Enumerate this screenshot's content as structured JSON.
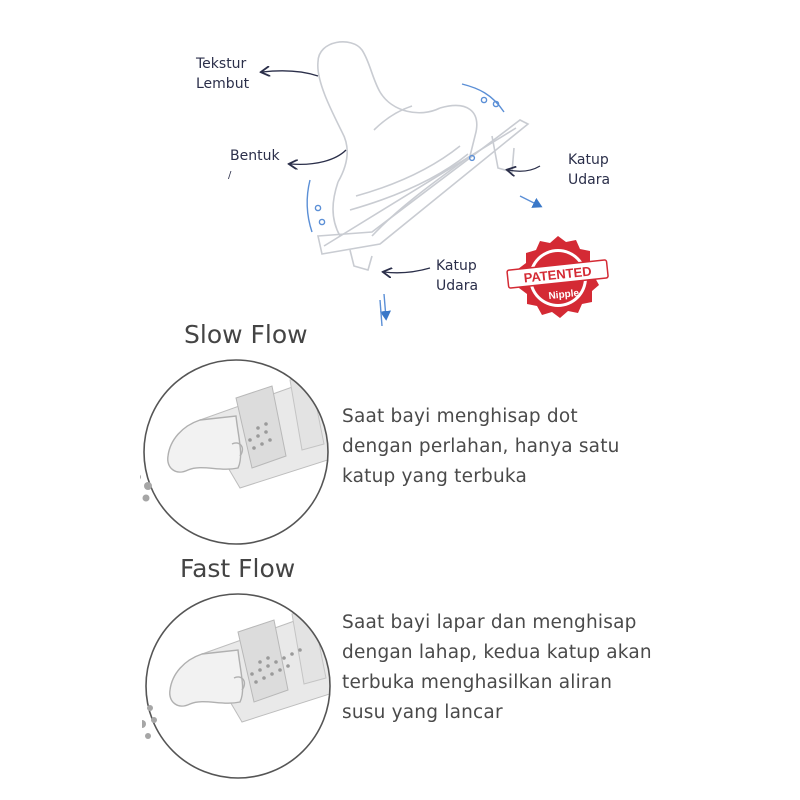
{
  "top_diagram": {
    "label_texture_1": "Tekstur",
    "label_texture_2": "Lembut",
    "label_shape": "Bentuk",
    "label_valve_right_1": "Katup",
    "label_valve_right_2": "Udara",
    "label_valve_bottom_1": "Katup",
    "label_valve_bottom_2": "Udara",
    "badge_main": "PATENTED",
    "badge_sub": "Nipple"
  },
  "slow_flow": {
    "heading": "Slow Flow",
    "lines": [
      "Saat bayi menghisap dot",
      "dengan perlahan, hanya satu",
      "katup yang terbuka"
    ]
  },
  "fast_flow": {
    "heading": "Fast Flow",
    "lines": [
      "Saat bayi lapar dan menghisap",
      "dengan lahap, kedua katup akan",
      "terbuka menghasilkan aliran",
      "susu yang lancar"
    ]
  },
  "colors": {
    "arrow": "#2b2f4a",
    "bubble": "#5b8fd6",
    "badge_red": "#d42a34",
    "circle_stroke": "#555555",
    "bottle_fill": "#e9e9e9",
    "drops": "#a6a6a6"
  }
}
